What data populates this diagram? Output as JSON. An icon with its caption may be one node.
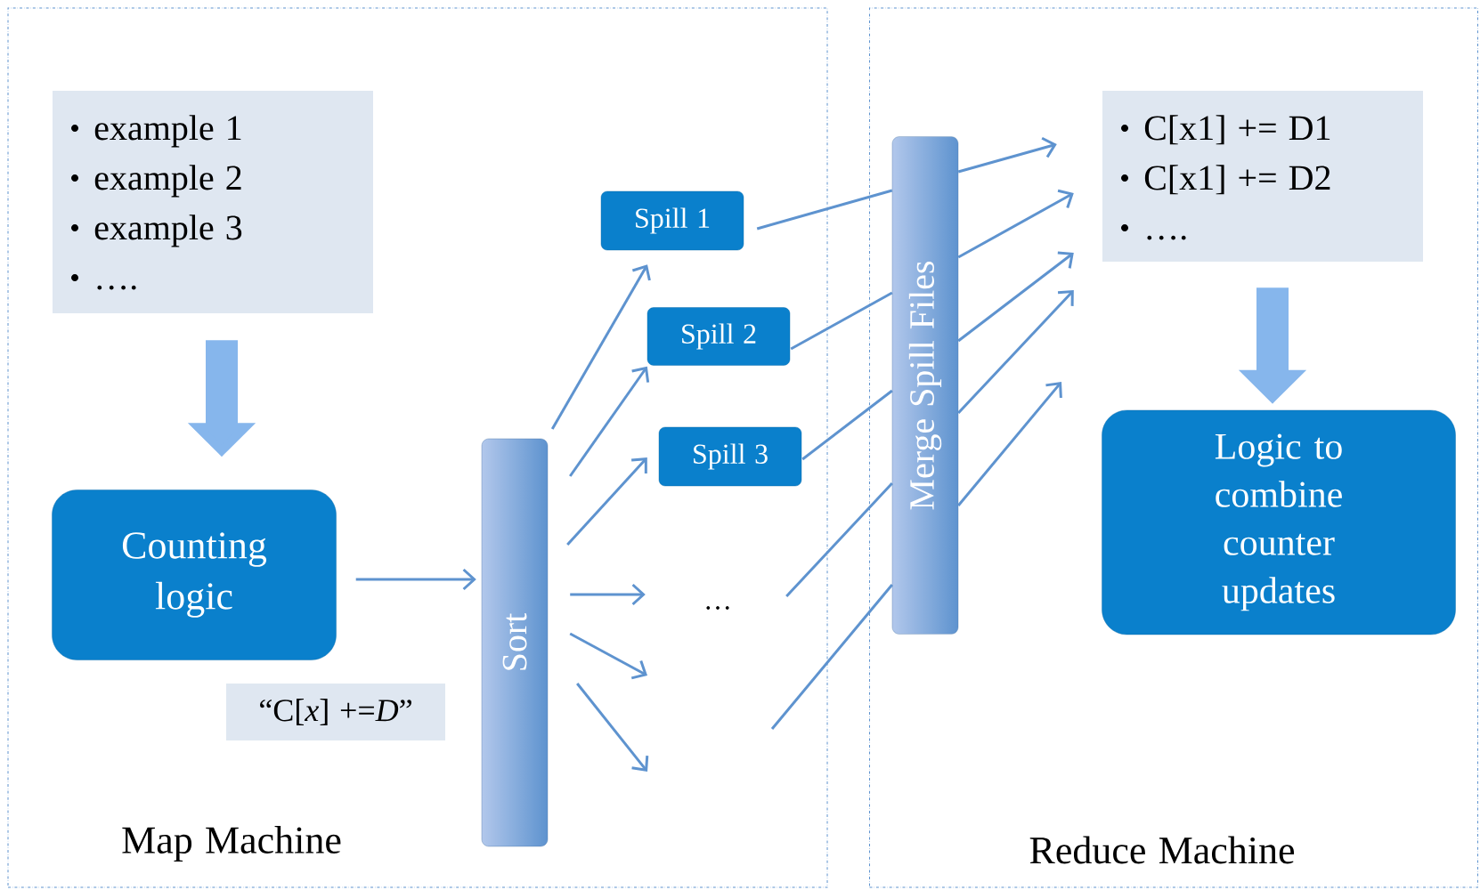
{
  "diagram": {
    "nodes": [
      {
        "text": [
          "Map Machine"
        ]
      },
      {
        "text": [
          "example 1",
          "example 2",
          "example 3",
          "…."
        ],
        "in": 0
      },
      {
        "text": [
          "Counting logic"
        ],
        "in": 0
      },
      {
        "text": [
          "“C[*x*] +=*D*”"
        ],
        "in": 0
      },
      {
        "text": [
          "Sort"
        ],
        "in": 0
      },
      {
        "text": [
          "Spill 1"
        ],
        "in": 0
      },
      {
        "text": [
          "Spill 2"
        ],
        "in": 0
      },
      {
        "text": [
          "Spill 3"
        ],
        "in": 0
      },
      {
        "text": [
          "…"
        ],
        "in": 0
      },
      {
        "text": [
          "Reduce Machine"
        ]
      },
      {
        "text": [
          "Merge Spill Files"
        ],
        "in": 9
      },
      {
        "text": [
          "C[x1] += D1",
          "C[x1] += D2",
          "…."
        ],
        "in": 9
      },
      {
        "text": [
          "Logic to combine counter updates"
        ],
        "in": 9
      }
    ],
    "edges": [
      {
        "from": 1,
        "to": 2,
        "arrow": "to",
        "style": "thick",
        "color": "#86b6ec"
      },
      {
        "from": 2,
        "to": 4,
        "arrow": "to"
      },
      {
        "from": 4,
        "to": 5,
        "arrow": "to"
      },
      {
        "from": 4,
        "to": 6,
        "arrow": "to"
      },
      {
        "from": 4,
        "to": 7,
        "arrow": "to"
      },
      {
        "from": 4,
        "to": 8,
        "arrow": "to"
      },
      {
        "from": 4,
        "to": null,
        "arrow": "to"
      },
      {
        "from": 4,
        "to": null,
        "arrow": "to"
      },
      {
        "from": 5,
        "to": 10,
        "arrow": "none"
      },
      {
        "from": 6,
        "to": 10,
        "arrow": "none"
      },
      {
        "from": 7,
        "to": 10,
        "arrow": "none"
      },
      {
        "from": 8,
        "to": 10,
        "arrow": "none"
      },
      {
        "from": null,
        "to": 10,
        "arrow": "none"
      },
      {
        "from": 10,
        "to": 11,
        "arrow": "to"
      },
      {
        "from": 10,
        "to": 11,
        "arrow": "to"
      },
      {
        "from": 10,
        "to": 11,
        "arrow": "to"
      },
      {
        "from": 10,
        "to": 11,
        "arrow": "to"
      },
      {
        "from": 10,
        "to": null,
        "arrow": "to"
      },
      {
        "from": 11,
        "to": 12,
        "arrow": "to",
        "style": "thick",
        "color": "#86b6ec"
      }
    ]
  }
}
